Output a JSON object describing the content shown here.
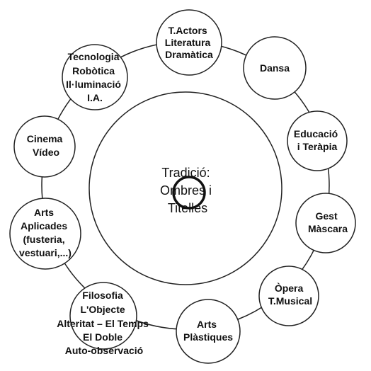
{
  "diagram": {
    "center": {
      "lines": [
        "Tradició:",
        "Ombres i",
        "Titelles"
      ]
    },
    "nodes": [
      {
        "id": "teatre",
        "lines": [
          "T.Actors",
          "Literatura",
          "Dramàtica"
        ]
      },
      {
        "id": "dansa",
        "lines": [
          "Dansa"
        ]
      },
      {
        "id": "educacio",
        "lines": [
          "Educació",
          "i Teràpia"
        ]
      },
      {
        "id": "gest",
        "lines": [
          "Gest",
          "Màscara"
        ]
      },
      {
        "id": "opera",
        "lines": [
          "Òpera",
          "T.Musical"
        ]
      },
      {
        "id": "arts-plastiques",
        "lines": [
          "Arts",
          "Plàstiques"
        ]
      },
      {
        "id": "filosofia",
        "lines": [
          "Filosofia",
          "L'Objecte",
          "Alteritat – El Temps",
          "El Doble",
          "Auto-observació"
        ]
      },
      {
        "id": "arts-aplicades",
        "lines": [
          "Arts",
          "Aplicades",
          "(fusteria,",
          "vestuari,...)"
        ]
      },
      {
        "id": "cinema",
        "lines": [
          "Cinema",
          "Vídeo"
        ]
      },
      {
        "id": "tecnologia",
        "lines": [
          "Tecnologia",
          "Robòtica",
          "Il·luminació",
          "I.A."
        ]
      }
    ]
  }
}
